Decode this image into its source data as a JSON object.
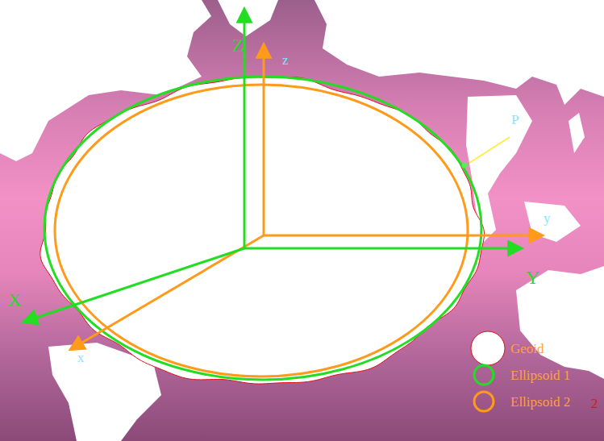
{
  "diagram": {
    "labels": [
      "Z",
      "z",
      "P",
      "y",
      "Y",
      "X",
      "x",
      "2"
    ],
    "legend": [
      {
        "text": "Geoid"
      },
      {
        "text": "Ellipsoid 1"
      },
      {
        "text": "Ellipsoid 2"
      }
    ]
  }
}
